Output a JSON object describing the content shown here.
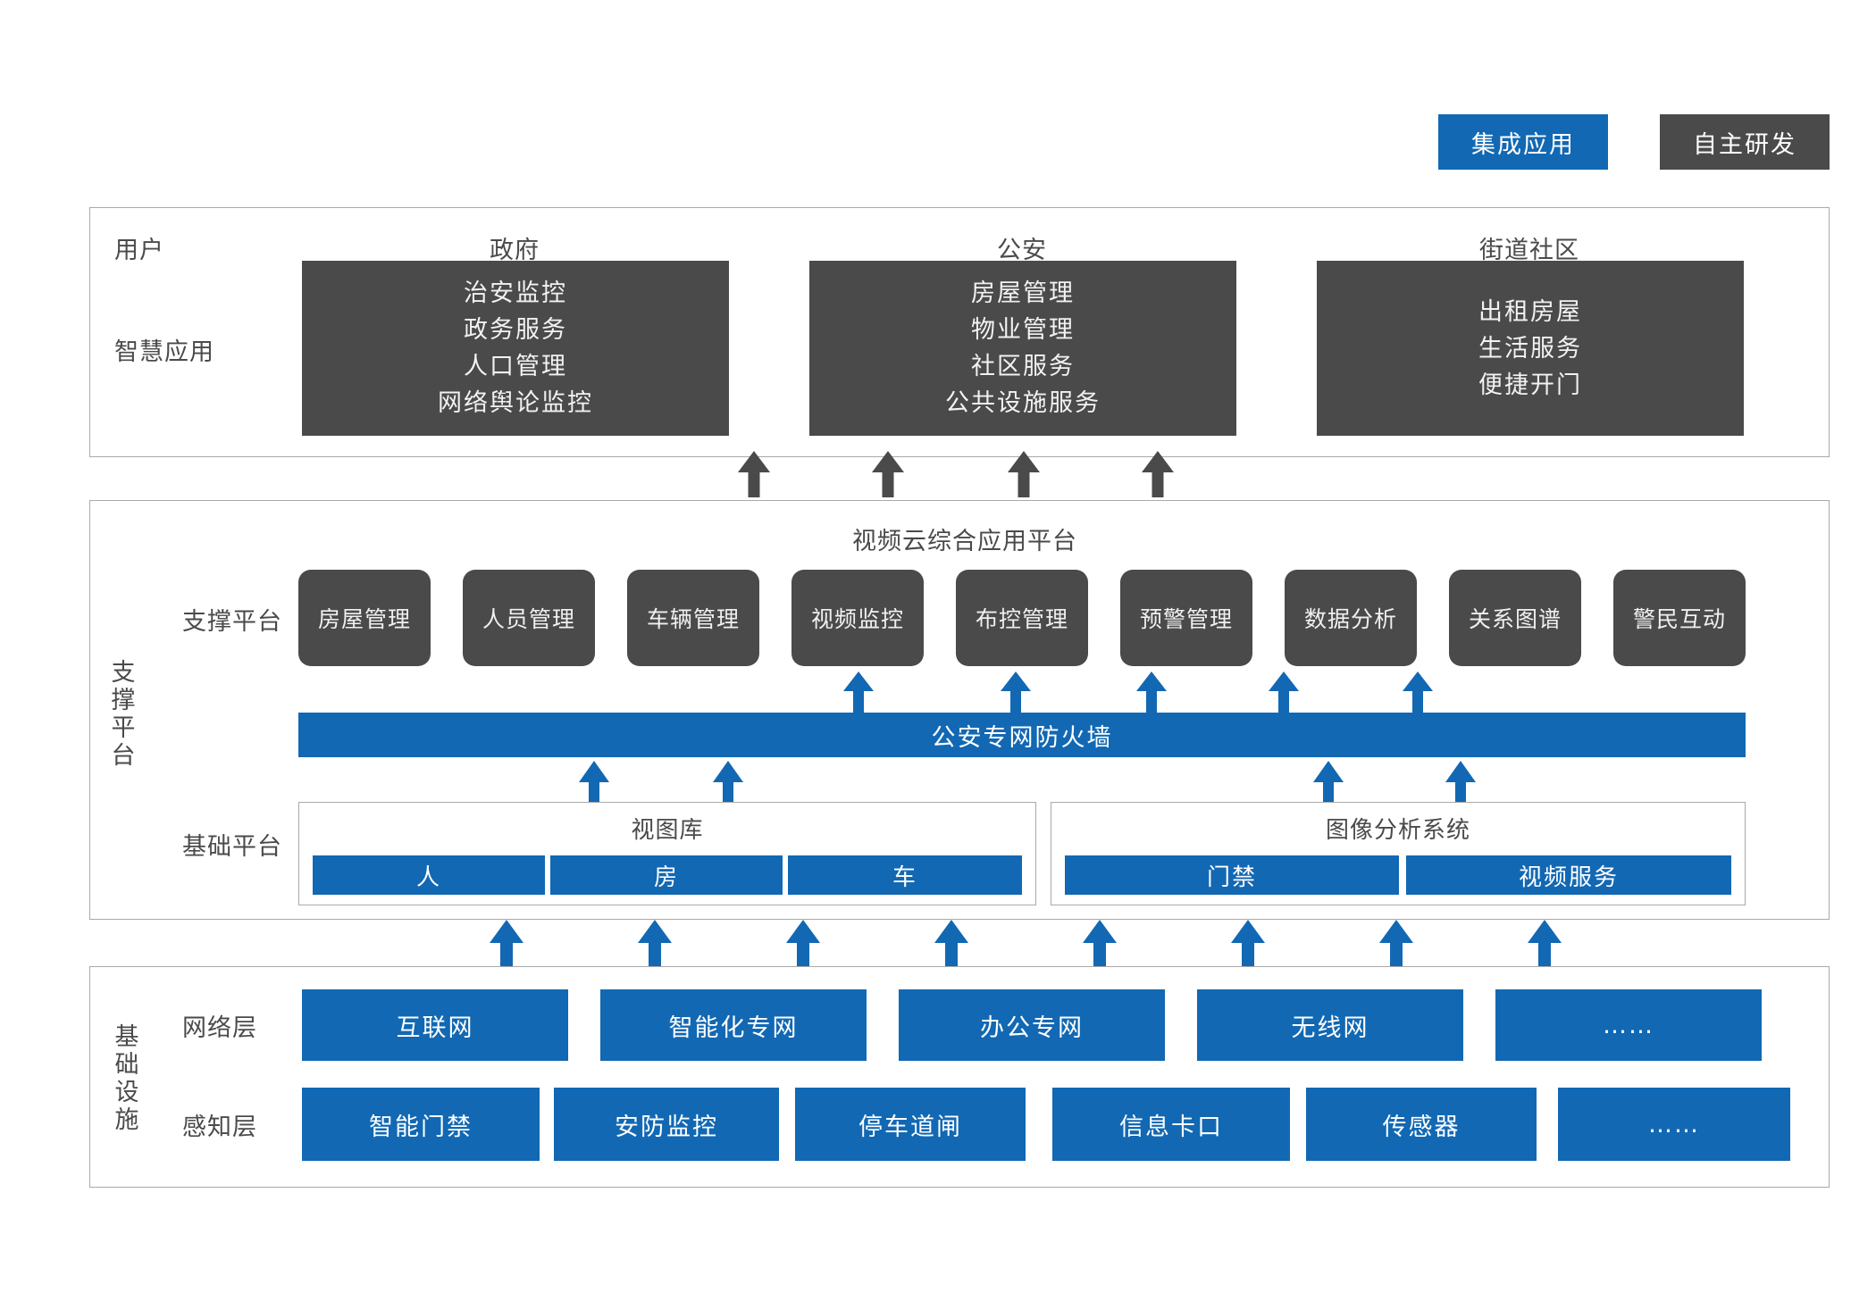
{
  "legend": {
    "items": [
      {
        "label": "集成应用",
        "color": "#1268b3",
        "style": "blue"
      },
      {
        "label": "自主研发",
        "color": "#4a4a4a",
        "style": "gray"
      }
    ]
  },
  "colors": {
    "blue": "#1268b3",
    "dark_gray": "#4a4a4a",
    "border_gray": "#a9a9a9",
    "text_gray": "#4a4a4a",
    "white": "#ffffff"
  },
  "application_layer": {
    "row_labels": [
      "用户",
      "智慧应用"
    ],
    "columns": [
      {
        "user": "政府",
        "items": [
          "治安监控",
          "政务服务",
          "人口管理",
          "网络舆论监控"
        ]
      },
      {
        "user": "公安",
        "items": [
          "房屋管理",
          "物业管理",
          "社区服务",
          "公共设施服务"
        ]
      },
      {
        "user": "街道社区",
        "items": [
          "出租房屋",
          "生活服务",
          "便捷开门"
        ]
      }
    ]
  },
  "support_layer": {
    "side_label": "支撑平台",
    "platform_title": "视频云综合应用平台",
    "support_row_label": "支撑平台",
    "base_row_label": "基础平台",
    "modules": [
      "房屋管理",
      "人员管理",
      "车辆管理",
      "视频监控",
      "布控管理",
      "预警管理",
      "数据分析",
      "关系图谱",
      "警民互动"
    ],
    "firewall": "公安专网防火墙",
    "base_groups": [
      {
        "title": "视图库",
        "items": [
          "人",
          "房",
          "车"
        ]
      },
      {
        "title": "图像分析系统",
        "items": [
          "门禁",
          "视频服务"
        ]
      }
    ]
  },
  "infrastructure_layer": {
    "side_label": "基础设施",
    "rows": [
      {
        "label": "网络层",
        "items": [
          "互联网",
          "智能化专网",
          "办公专网",
          "无线网",
          "……"
        ]
      },
      {
        "label": "感知层",
        "items": [
          "智能门禁",
          "安防监控",
          "停车道闸",
          "信息卡口",
          "传感器",
          "……"
        ]
      }
    ]
  }
}
